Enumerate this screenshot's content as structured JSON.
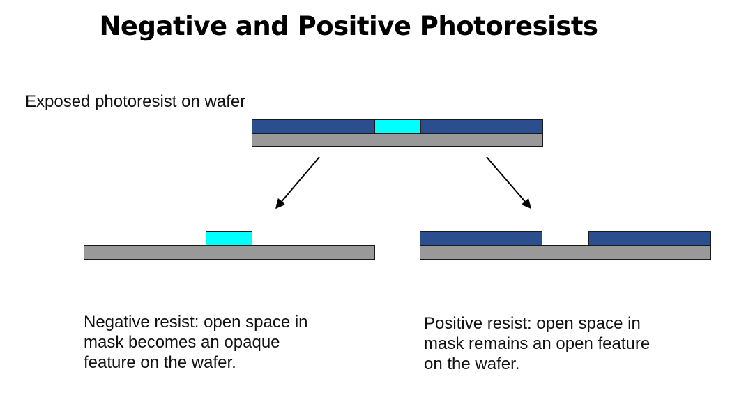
{
  "title": "Negative and Positive Photoresists",
  "top_label": "Exposed photoresist on wafer",
  "negative_caption": {
    "line1": "Negative resist:  open space in",
    "line2": "mask becomes an opaque",
    "line3": "feature on the wafer."
  },
  "positive_caption": {
    "line1": "Positive resist:  open space in",
    "line2": "mask remains an open feature",
    "line3": "on the wafer."
  },
  "colors": {
    "resist": "#2b4f8e",
    "exposed": "#00ffff",
    "wafer": "#999999",
    "arrow": "#000000"
  }
}
